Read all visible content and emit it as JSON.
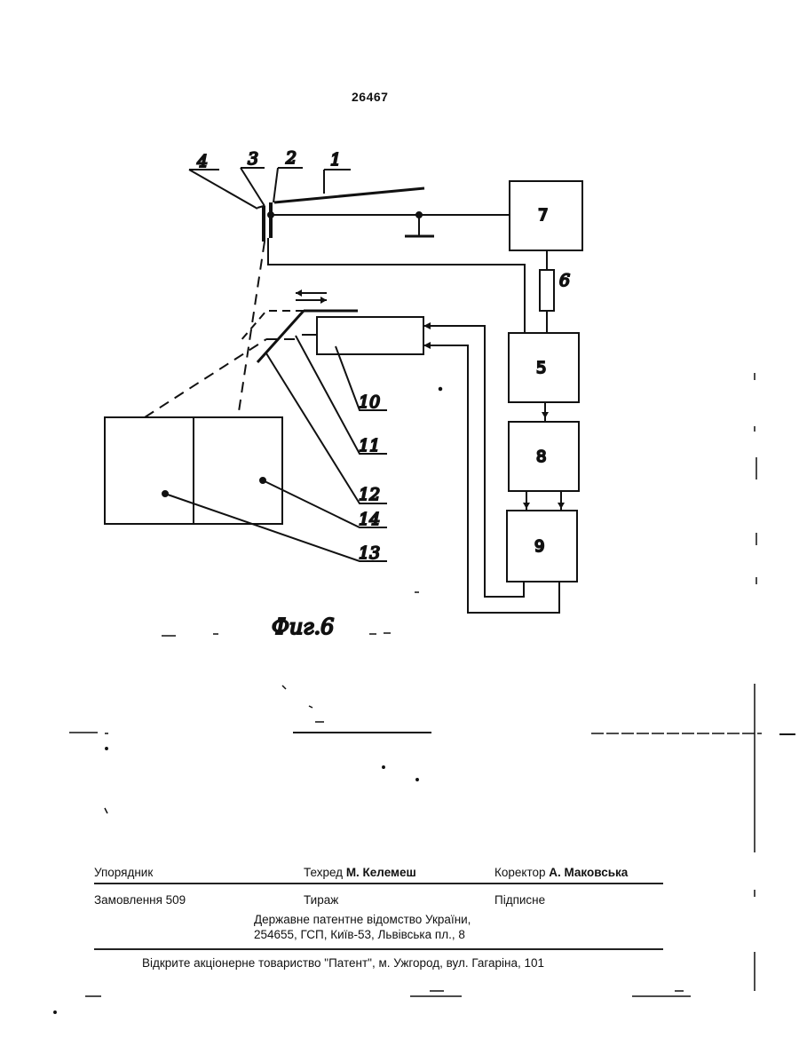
{
  "page_number": "26467",
  "figure": {
    "caption": "Фиг.6",
    "part_labels": [
      "1",
      "2",
      "3",
      "4",
      "10",
      "11",
      "12",
      "14",
      "13",
      "6"
    ],
    "block_labels": [
      "7",
      "5",
      "8",
      "9"
    ]
  },
  "imprint": {
    "compiler_label": "Упорядник",
    "techred_label": "Техред",
    "techred_name": "М. Келемеш",
    "corrector_label": "Коректор",
    "corrector_name": "А. Маковська",
    "order": "Замовлення 509",
    "circulation": "Тираж",
    "subscription": "Підписне",
    "office_line1": "Державне патентне відомство України,",
    "office_line2": "254655, ГСП, Київ-53, Львівська пл., 8",
    "printer": "Відкрите акціонерне товариство \"Патент\", м. Ужгород, вул. Гагаріна, 101"
  }
}
